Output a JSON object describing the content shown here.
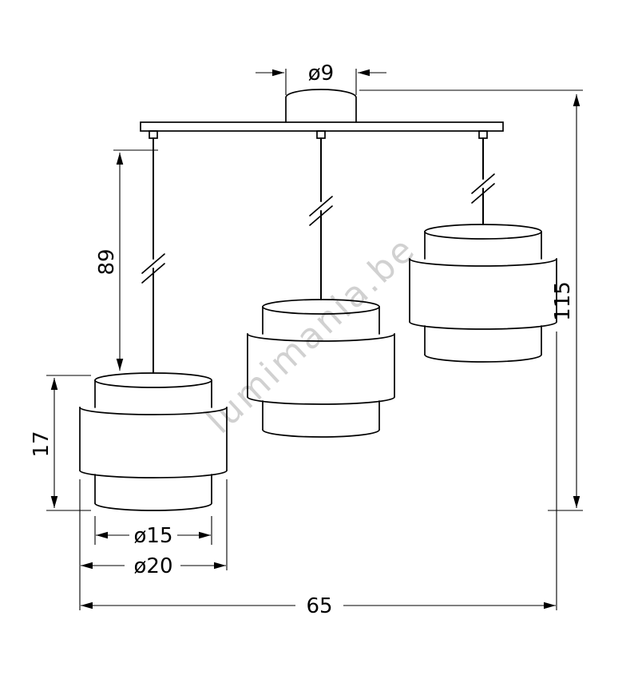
{
  "diagram": {
    "watermark": "lumimania.be",
    "colors": {
      "line": "#000000",
      "watermark": "#c6c6c6"
    },
    "dimensions": {
      "canopy_diameter": "ø9",
      "cord_length": "89",
      "shade_height": "17",
      "shade_inner_diameter": "ø15",
      "shade_outer_diameter": "ø20",
      "total_width": "65",
      "total_height": "115"
    }
  }
}
